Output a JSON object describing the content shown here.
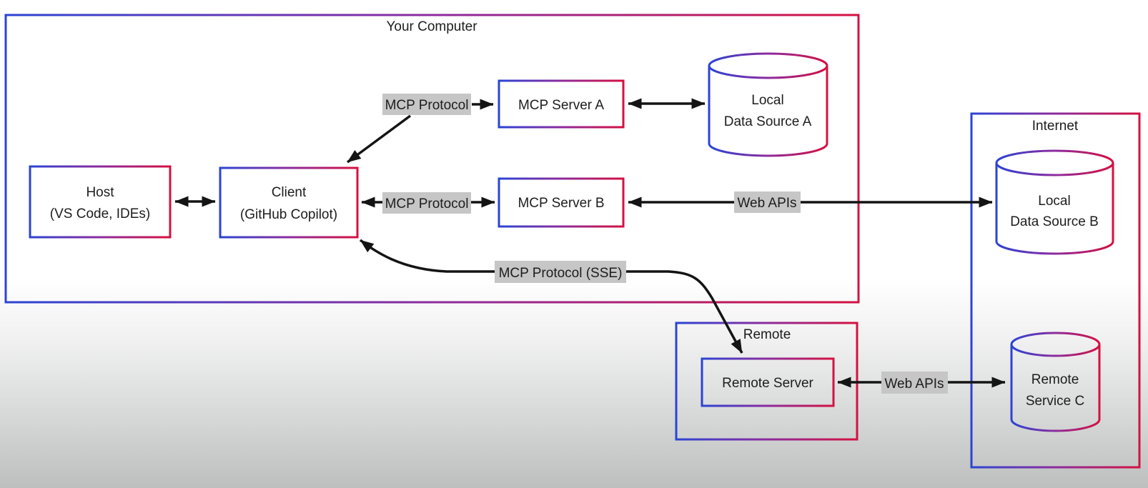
{
  "diagram": {
    "groups": {
      "your_computer": {
        "label": "Your Computer"
      },
      "internet": {
        "label": "Internet"
      },
      "remote": {
        "label": "Remote"
      }
    },
    "nodes": {
      "host": {
        "line1": "Host",
        "line2": "(VS Code, IDEs)"
      },
      "client": {
        "line1": "Client",
        "line2": "(GitHub Copilot)"
      },
      "mcp_server_a": {
        "label": "MCP Server A"
      },
      "mcp_server_b": {
        "label": "MCP Server B"
      },
      "local_data_source_a": {
        "line1": "Local",
        "line2": "Data Source A",
        "shape": "database-cylinder"
      },
      "local_data_source_b": {
        "line1": "Local",
        "line2": "Data Source B",
        "shape": "database-cylinder"
      },
      "remote_server": {
        "label": "Remote Server"
      },
      "remote_service_c": {
        "line1": "Remote",
        "line2": "Service C",
        "shape": "database-cylinder"
      }
    },
    "edge_labels": {
      "mcp_protocol_a": "MCP Protocol",
      "mcp_protocol_b": "MCP Protocol",
      "mcp_protocol_sse": "MCP Protocol (SSE)",
      "web_apis_b": "Web APIs",
      "web_apis_c": "Web APIs"
    },
    "colors": {
      "border_gradient_start": "#2b44d4",
      "border_gradient_mid": "#8c2b9e",
      "border_gradient_end": "#d41141",
      "edge_label_background": "#c6c6c6",
      "arrow": "#141414",
      "text": "#1d1d1d",
      "background_top": "#ffffff",
      "background_bottom": "#bdbfbf"
    }
  }
}
